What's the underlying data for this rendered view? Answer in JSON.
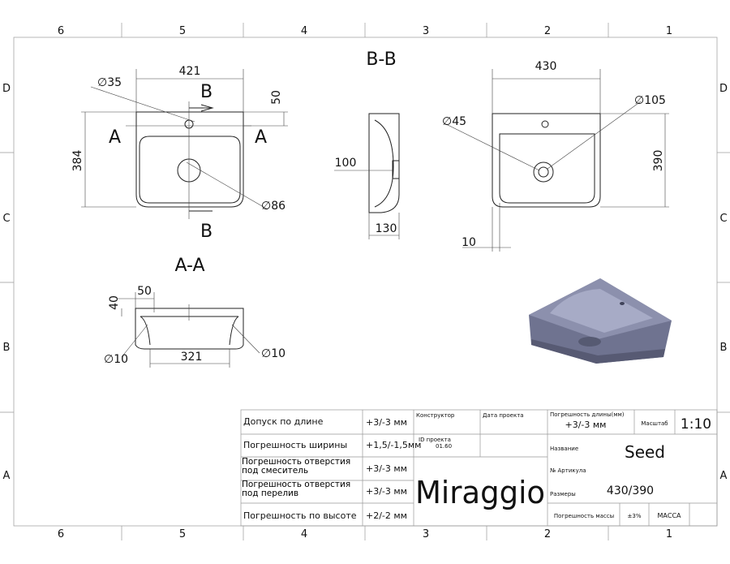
{
  "zones": {
    "columns": [
      "6",
      "5",
      "4",
      "3",
      "2",
      "1"
    ],
    "rows": [
      "D",
      "C",
      "B",
      "A"
    ]
  },
  "views": {
    "section_bb": "B-B",
    "section_aa": "A-A",
    "cut_letter_a": "A",
    "cut_letter_b": "B"
  },
  "dimensions": {
    "top_width": "421",
    "top_depth": "384",
    "tap_hole": "∅35",
    "tap_offset": "50",
    "drain_top": "∅86",
    "side_height": "100",
    "side_depth": "130",
    "front_width": "430",
    "front_height": "390",
    "overflow": "∅45",
    "drain_front": "∅105",
    "wall": "10",
    "aa_offset": "50",
    "aa_height": "40",
    "aa_hole_left": "∅10",
    "aa_hole_right": "∅10",
    "aa_inner": "321"
  },
  "title_block": {
    "tolerances": [
      {
        "label": "Допуск по длине",
        "value": "+3/-3 мм"
      },
      {
        "label": "Погрешность ширины",
        "value": "+1,5/-1,5мм"
      },
      {
        "label": "Погрешность отверстия под смеситель",
        "value": "+3/-3 мм"
      },
      {
        "label": "Погрешность отверстия под перелив",
        "value": "+3/-3 мм"
      },
      {
        "label": "Погрешность по высоте",
        "value": "+2/-2 мм"
      }
    ],
    "designer_label": "Конструктор",
    "date_label": "Дата проекта",
    "project_id_label": "ID проекта",
    "project_id": "01.60",
    "brand": "Miraggio",
    "length_tolerance_label": "Погрешность длины(мм)",
    "length_tolerance": "+3/-3 мм",
    "scale_label": "Масштаб",
    "scale": "1:10",
    "name_label": "Название",
    "name": "Seed",
    "article_label": "№ Артикула",
    "size_label": "Размеры",
    "size": "430/390",
    "mass_tolerance_label": "Погрешность массы",
    "mass_tolerance": "±3%",
    "mass_label": "МАССА"
  }
}
